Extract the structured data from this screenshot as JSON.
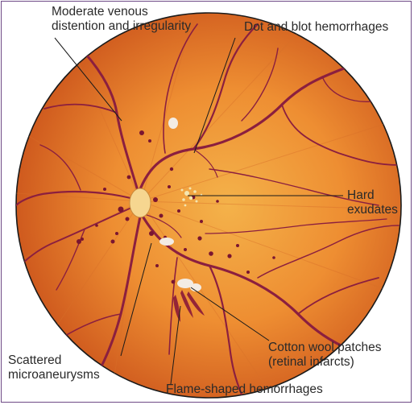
{
  "labels": {
    "venous": [
      "Moderate venous",
      "distention and irregularity"
    ],
    "dot_blot": "Dot and blot hemorrhages",
    "hard_exudates": [
      "Hard",
      "exudates"
    ],
    "microaneurysms": [
      "Scattered",
      "microaneurysms"
    ],
    "cotton_wool": [
      "Cotton wool patches",
      "(retinal infarcts)"
    ],
    "flame": "Flame-shaped hemorrhages"
  },
  "colors": {
    "fundus_center": "#f2a43c",
    "fundus_edge": "#c9561c",
    "vessel": "#8b1f3f",
    "hemorrhage": "#7a1530",
    "exudate": "#f5e6b0",
    "cotton_wool": "#f3ece4",
    "frame": "#6e4a86",
    "leader_line": "#1a1a1a"
  }
}
